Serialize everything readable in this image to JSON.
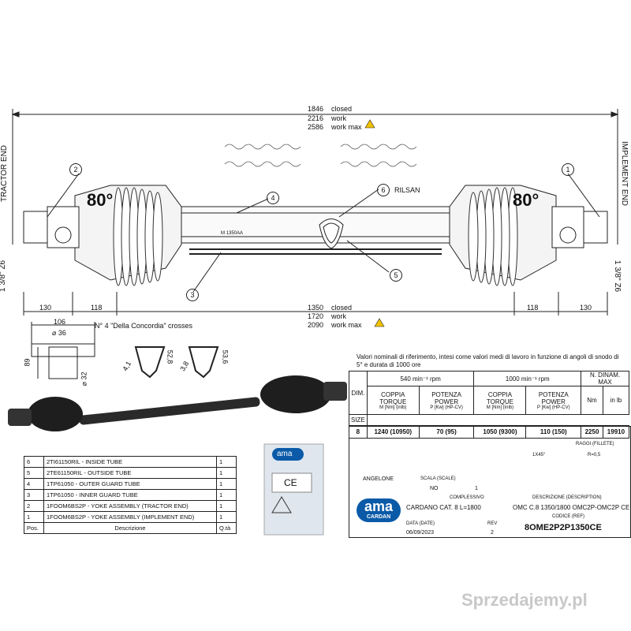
{
  "dimensions_top": {
    "overall": "1846",
    "closed_label": "closed",
    "work_value": "2216",
    "work_label": "work",
    "workmax_value": "2586",
    "workmax_label": "work max"
  },
  "dimensions_bottom": {
    "closed_value": "1350",
    "closed_label": "closed",
    "work_value": "1720",
    "work_label": "work",
    "workmax_value": "2090",
    "workmax_label": "work max"
  },
  "segments": {
    "left_end": "130",
    "left_inner": "118",
    "right_inner": "118",
    "right_end": "130"
  },
  "side_labels": {
    "tractor_end": "TRACTOR END",
    "implement_end": "IMPLEMENT END",
    "spline_left": "1 3/8\" Z6",
    "spline_right": "1 3/8\" Z6"
  },
  "angles": {
    "left": "80°",
    "right": "80°"
  },
  "callouts": [
    "1",
    "2",
    "3",
    "4",
    "5",
    "6"
  ],
  "rilsan_label": "RILSAN",
  "tube_marking": "M 1350AA",
  "cross": {
    "width": "106",
    "dia_top": "⌀ 36",
    "height": "89",
    "dia_bottom": "⌀ 32",
    "crosses_label": "N° 4 \"Della Concordia\" crosses"
  },
  "profiles": {
    "thick1": "4,1",
    "h1": "52,8",
    "thick2": "3,8",
    "h2": "53,6"
  },
  "spec_table": {
    "intro": "Valori nominali di riferimento, intesi come valori medi di lavoro in funzione di angoli di snodo di 5° e durata di 1000 ore",
    "dim": "DIM.",
    "size": "SIZE",
    "rpm540": "540 min⁻¹ rpm",
    "rpm1000": "1000 min⁻¹ rpm",
    "dinam": "N. DINAM. MAX",
    "coppia": "COPPIA TORQUE",
    "coppia_unit": "M [Nm] (inlb)",
    "potenza": "POTENZA POWER",
    "potenza_unit": "P [Kw] (HP-CV)",
    "nm": "Nm",
    "inlb": "in lb",
    "row": {
      "size": "8",
      "t540": "1240 (10950)",
      "p540": "70 (95)",
      "t1000": "1050 (9300)",
      "p1000": "110 (150)",
      "nm": "2250",
      "inlb": "19910"
    }
  },
  "title_block": {
    "raggi": "RAGGI (FILLETE)",
    "raggi_val": "R=0,5",
    "angle": "1X45°",
    "designer": "ANGELONE",
    "scala": "SCALA (SCALE)",
    "scala_val": "NO",
    "sheet": "1",
    "complessivo": "COMPLESSIVO",
    "descr_label": "DESCRIZIONE (DESCRIPTION)",
    "title": "CARDANO CAT. 8 L=1800",
    "description": "OMC C.8 1350/1800 OMC2P-OMC2P CE",
    "codice_label": "CODICE (REF)",
    "data_label": "DATA (DATE)",
    "date": "06/09/2023",
    "rev_label": "REV",
    "rev": "2",
    "code": "8OME2P2P1350CE"
  },
  "logo": {
    "text": "ama",
    "sub": "CARDAN"
  },
  "sticker": {
    "brand": "ama",
    "ce": "CE"
  },
  "parts": {
    "rows": [
      {
        "pos": "6",
        "desc": "2TI61150RIL - INSIDE TUBE",
        "qty": "1"
      },
      {
        "pos": "5",
        "desc": "2TE61150RIL - OUTSIDE TUBE",
        "qty": "1"
      },
      {
        "pos": "4",
        "desc": "1TP61050 - OUTER GUARD TUBE",
        "qty": "1"
      },
      {
        "pos": "3",
        "desc": "1TP61050 - INNER GUARD TUBE",
        "qty": "1"
      },
      {
        "pos": "2",
        "desc": "1FOOM6BS2P - YOKE ASSEMBLY (TRACTOR END)",
        "qty": "1"
      },
      {
        "pos": "1",
        "desc": "1FOOM6BS2P - YOKE ASSEMBLY (IMPLEMENT END)",
        "qty": "1"
      }
    ],
    "header": {
      "pos": "Pos.",
      "desc": "Descrizione",
      "qty": "Q.tà"
    }
  },
  "watermark": "Sprzedajemy.pl",
  "colors": {
    "logo_blue": "#0a5aa8",
    "warning_yellow": "#f2c200",
    "watermark": "#c8c8c8"
  }
}
